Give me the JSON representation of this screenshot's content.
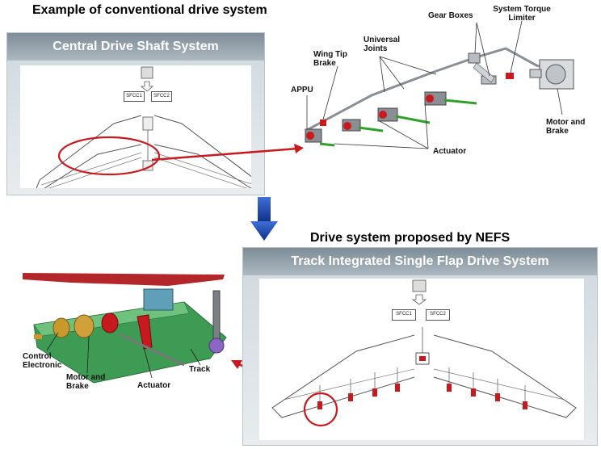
{
  "top_title": "Example of conventional drive system",
  "bottom_title": "Drive system proposed by NEFS",
  "left_panel": {
    "title": "Central Drive Shaft System",
    "sfcc1": "SFCC1",
    "sfcc2": "SFCC2"
  },
  "right_panel": {
    "title": "Track Integrated Single Flap Drive System",
    "sfcc1": "SFCC1",
    "sfcc2": "SFCC2"
  },
  "conventional_labels": {
    "gear_boxes": "Gear Boxes",
    "system_torque_limiter": "System Torque Limiter",
    "wing_tip_brake": "Wing Tip Brake",
    "universal_joints": "Universal Joints",
    "appu": "APPU",
    "motor_and_brake": "Motor and Brake",
    "actuator": "Actuator"
  },
  "nefs_labels": {
    "control_electronic": "Control Electronic",
    "motor_and_brake": "Motor and Brake",
    "actuator": "Actuator",
    "track": "Track"
  },
  "colors": {
    "highlight_red": "#c8191e",
    "arrow_blue": "#1f4fb8",
    "panel_grey": "#8a98a3",
    "actuator_green": "#2fa12a"
  }
}
